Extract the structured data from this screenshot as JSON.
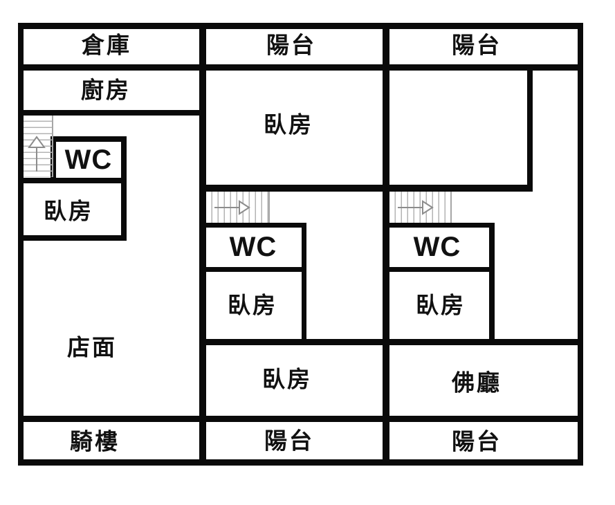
{
  "plan": {
    "type": "residential-floor-plan",
    "sections": {
      "left": {
        "storage": "倉庫",
        "kitchen": "廚房",
        "wc": "WC",
        "bedroom": "臥房",
        "shop": "店面",
        "arcade": "騎樓"
      },
      "middle": {
        "balcony_top": "陽台",
        "bedroom_top": "臥房",
        "wc": "WC",
        "bedroom_mid": "臥房",
        "bedroom_bottom": "臥房",
        "balcony_bottom": "陽台"
      },
      "right": {
        "balcony_top": "陽台",
        "wc": "WC",
        "bedroom_mid": "臥房",
        "buddha_hall": "佛廳",
        "balcony_bottom": "陽台"
      }
    },
    "stairs": {
      "left_direction": "up",
      "middle_direction": "right",
      "right_direction": "right"
    },
    "colors": {
      "wall": "#0a0a0a",
      "background": "#ffffff",
      "stair_tread": "#b3b3b3",
      "arrow": "#8c8c8c"
    }
  }
}
